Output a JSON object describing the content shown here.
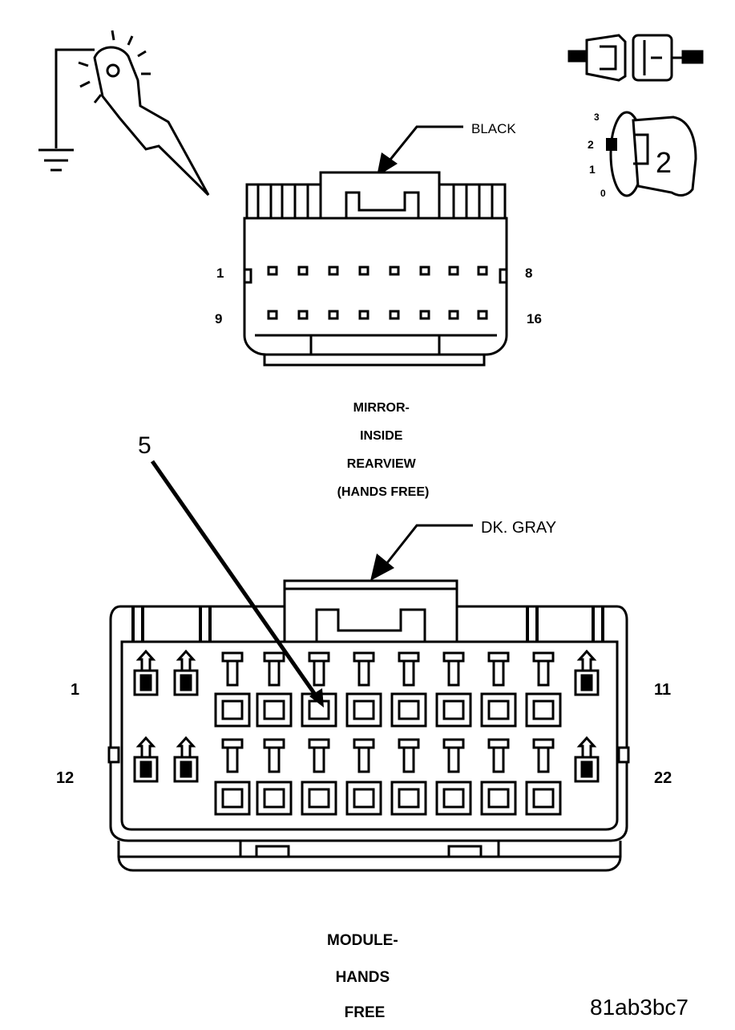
{
  "mirror_connector": {
    "color_callout": "BLACK",
    "pin_first_row_left": "1",
    "pin_first_row_right": "8",
    "pin_second_row_left": "9",
    "pin_second_row_right": "16",
    "title_lines": [
      "MIRROR-",
      "INSIDE",
      "REARVIEW",
      "(HANDS FREE)"
    ]
  },
  "module_connector": {
    "color_callout": "DK. GRAY",
    "pin_first_row_left": "1",
    "pin_first_row_right": "11",
    "pin_second_row_left": "12",
    "pin_second_row_right": "22",
    "pin_callout": "5",
    "title_lines": [
      "MODULE-",
      "HANDS",
      "FREE"
    ]
  },
  "ignition": {
    "positions": [
      "3",
      "2",
      "1",
      "0"
    ],
    "key_number": "2"
  },
  "figure_id": "81ab3bc7",
  "icons": [
    "test-probe-icon",
    "ground-symbol-icon",
    "disconnect-connector-icon",
    "ignition-key-icon"
  ]
}
